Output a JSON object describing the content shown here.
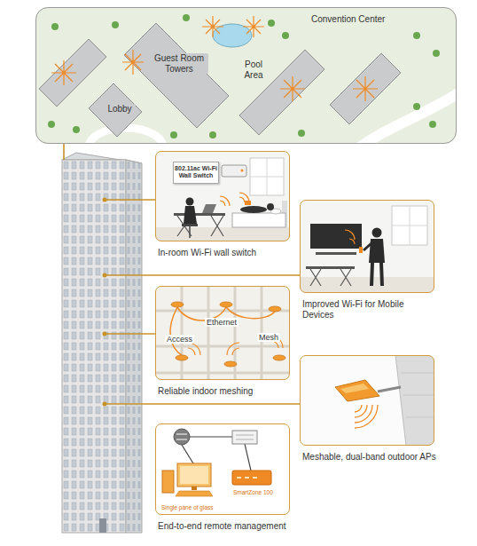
{
  "diagram": {
    "nodes": [
      {
        "text": [
          "Convention Center",
          "Guest Room Towers",
          "Pool Area",
          "Lobby"
        ]
      },
      {
        "text": [
          "In-room Wi-Fi wall switch"
        ]
      },
      {
        "text": [
          "802.11ac Wi-Fi Wall Switch"
        ],
        "in": 1
      },
      {
        "text": [
          "Improved Wi-Fi for Mobile Devices"
        ]
      },
      {
        "text": [
          "Ethernet",
          "Access",
          "Mesh",
          "Reliable indoor meshing"
        ]
      },
      {
        "text": [
          "Meshable, dual-band outdoor APs"
        ]
      },
      {
        "text": [
          "SmartZone 100",
          "Single pane of glass",
          "End-to-end remote management"
        ]
      }
    ]
  }
}
